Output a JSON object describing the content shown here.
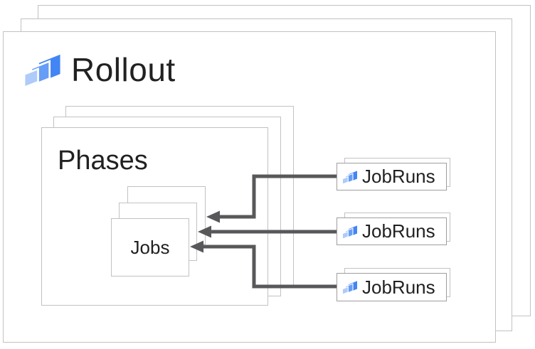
{
  "diagram": {
    "title": {
      "label": "Rollout",
      "icon": "cloud-deploy-icon"
    },
    "phases": {
      "label": "Phases"
    },
    "jobs": {
      "label": "Jobs"
    },
    "jobruns": [
      {
        "label": "JobRuns",
        "icon": "cloud-deploy-icon"
      },
      {
        "label": "JobRuns",
        "icon": "cloud-deploy-icon"
      },
      {
        "label": "JobRuns",
        "icon": "cloud-deploy-icon"
      }
    ],
    "colors": {
      "icon_blue_dark": "#4285F4",
      "icon_blue_medium": "#669DF6",
      "icon_blue_light": "#AECBFA",
      "box_border": "#C2C2C2",
      "jobrun_border": "#9E9E9E",
      "arrow": "#58585A",
      "text": "#212121"
    }
  }
}
